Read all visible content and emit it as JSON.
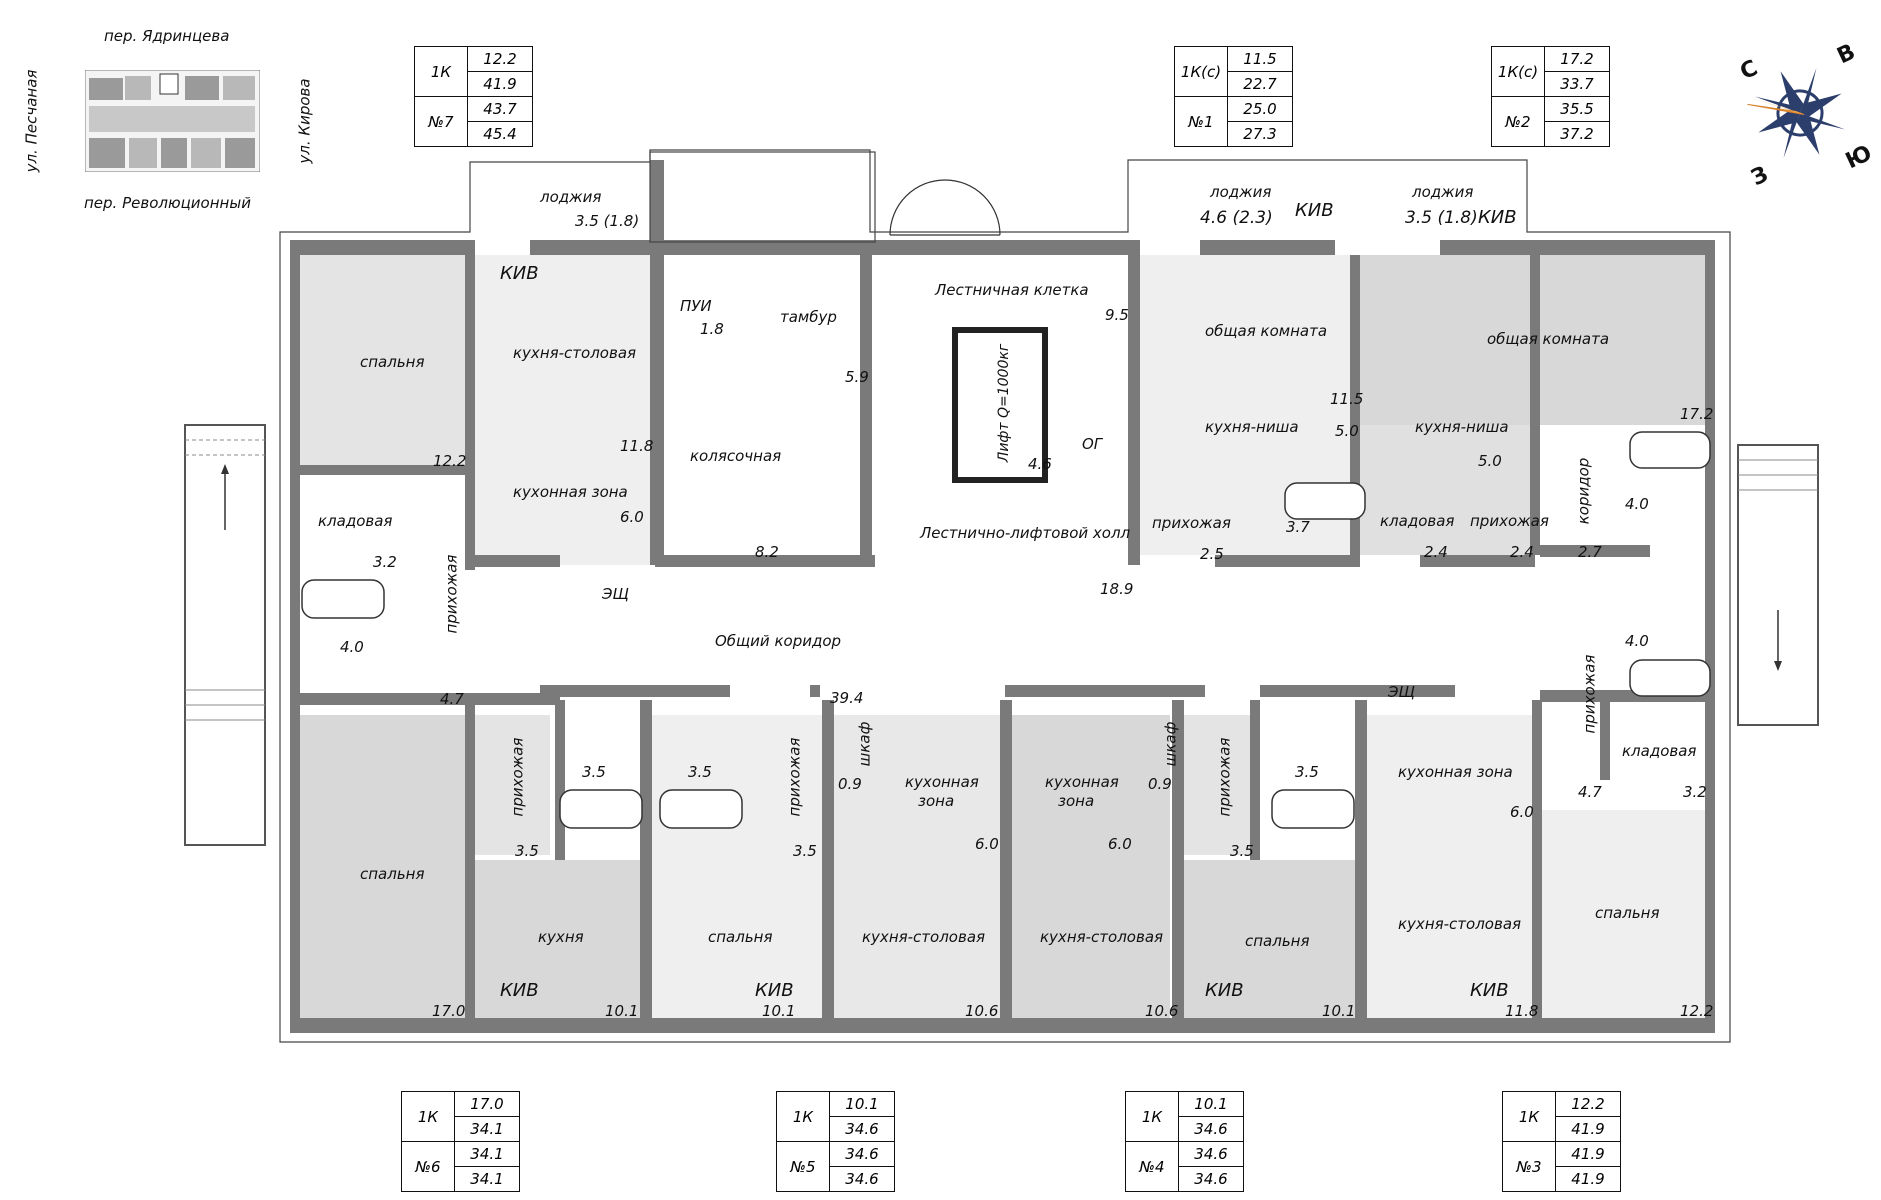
{
  "location_map": {
    "street_top": "пер. Ядринцева",
    "street_bottom": "пер. Революционный",
    "street_left": "ул. Песчаная",
    "street_right": "ул. Кирова"
  },
  "compass": {
    "north": "С",
    "east": "В",
    "south": "Ю",
    "west": "З"
  },
  "apartments": [
    {
      "id": "n7",
      "type": "1К",
      "number": "№7",
      "values": [
        "12.2",
        "41.9",
        "43.7",
        "45.4"
      ]
    },
    {
      "id": "n1",
      "type": "1К(с)",
      "number": "№1",
      "values": [
        "11.5",
        "22.7",
        "25.0",
        "27.3"
      ]
    },
    {
      "id": "n2",
      "type": "1К(с)",
      "number": "№2",
      "values": [
        "17.2",
        "33.7",
        "35.5",
        "37.2"
      ]
    },
    {
      "id": "n6",
      "type": "1К",
      "number": "№6",
      "values": [
        "17.0",
        "34.1",
        "34.1",
        "34.1"
      ]
    },
    {
      "id": "n5",
      "type": "1К",
      "number": "№5",
      "values": [
        "10.1",
        "34.6",
        "34.6",
        "34.6"
      ]
    },
    {
      "id": "n4",
      "type": "1К",
      "number": "№4",
      "values": [
        "10.1",
        "34.6",
        "34.6",
        "34.6"
      ]
    },
    {
      "id": "n3",
      "type": "1К",
      "number": "№3",
      "values": [
        "12.2",
        "41.9",
        "41.9",
        "41.9"
      ]
    }
  ],
  "rooms": {
    "a7_loggia": "лоджия",
    "a7_loggia_area": "3.5 (1.8)",
    "a7_kiv": "КИВ",
    "a7_bedroom": "спальня",
    "a7_bedroom_area": "12.2",
    "a7_kitchen_dining": "кухня-столовая",
    "a7_kitchen_dining_area": "11.8",
    "a7_kitchen_zone": "кухонная зона",
    "a7_kitchen_zone_area": "6.0",
    "a7_storage": "кладовая",
    "a7_storage_area": "3.2",
    "a7_hall": "прихожая",
    "a7_hall_area": "4.7",
    "a7_bath_area": "4.0",
    "pui": "ПУИ",
    "pui_area": "1.8",
    "vestibule": "тамбур",
    "vestibule_area": "5.9",
    "stroller": "колясочная",
    "stroller_area": "8.2",
    "stair": "Лестничная клетка",
    "stair_area": "9.5",
    "lift": "Лифт Q=1000кг",
    "lift_area": "4.6",
    "og": "ОГ",
    "lift_hall": "Лестнично-лифтовой холл",
    "lift_hall_area": "18.9",
    "corridor": "Общий коридор",
    "corridor_area": "39.4",
    "esh_left": "ЭЩ",
    "esh_right": "ЭЩ",
    "a1_loggia": "лоджия",
    "a1_loggia_area": "4.6 (2.3)",
    "a1_kiv": "КИВ",
    "a1_living": "общая комната",
    "a1_living_area": "11.5",
    "a1_niche": "кухня-ниша",
    "a1_niche_area": "5.0",
    "a1_hall": "прихожая",
    "a1_hall_area": "2.5",
    "a1_bath_area": "3.7",
    "a2_loggia": "лоджия",
    "a2_loggia_area": "3.5 (1.8)",
    "a2_kiv": "КИВ",
    "a2_living": "общая комната",
    "a2_living_area": "17.2",
    "a2_niche": "кухня-ниша",
    "a2_niche_area": "5.0",
    "a2_storage": "кладовая",
    "a2_storage_area": "2.4",
    "a2_hall": "прихожая",
    "a2_hall_area": "2.4",
    "a2_corridor": "коридор",
    "a2_corridor_area": "2.7",
    "a2_bath_area": "4.0",
    "a3_bath_area": "4.0",
    "a3_hall": "прихожая",
    "a3_hall_area": "4.7",
    "a3_storage": "кладовая",
    "a3_storage_area": "3.2",
    "a3_kitchen_zone": "кухонная зона",
    "a3_kitchen_zone_area": "6.0",
    "a3_kitchen_dining": "кухня-столовая",
    "a3_kitchen_dining_area": "11.8",
    "a3_bedroom": "спальня",
    "a3_bedroom_area": "12.2",
    "a3_kiv": "КИВ",
    "a6_bedroom": "спальня",
    "a6_bedroom_area": "17.0",
    "a6_hall": "прихожая",
    "a6_hall_area": "3.5",
    "a6_bath_area": "3.5",
    "a6_kitchen": "кухня",
    "a6_kitchen_area": "10.1",
    "a6_kiv": "КИВ",
    "a5_bath_area": "3.5",
    "a5_hall": "прихожая",
    "a5_hall_area": "3.5",
    "a5_bedroom": "спальня",
    "a5_bedroom_area": "10.1",
    "a5_kiv": "КИВ",
    "a5_closet": "шкаф",
    "a5_closet_area": "0.9",
    "a5_kitchen_zone": "кухонная",
    "a5_kitchen_zone2": "зона",
    "a5_kitchen_zone_area": "6.0",
    "a5_kitchen_dining": "кухня-столовая",
    "a5_kitchen_dining_area": "10.6",
    "a4_kitchen_zone": "кухонная",
    "a4_kitchen_zone2": "зона",
    "a4_kitchen_zone_area": "6.0",
    "a4_closet": "шкаф",
    "a4_closet_area": "0.9",
    "a4_kitchen_dining": "кухня-столовая",
    "a4_kitchen_dining_area": "10.6",
    "a4_hall": "прихожая",
    "a4_hall_area": "3.5",
    "a4_bath_area": "3.5",
    "a4_bedroom": "спальня",
    "a4_bedroom_area": "10.1",
    "a4_kiv": "КИВ"
  }
}
